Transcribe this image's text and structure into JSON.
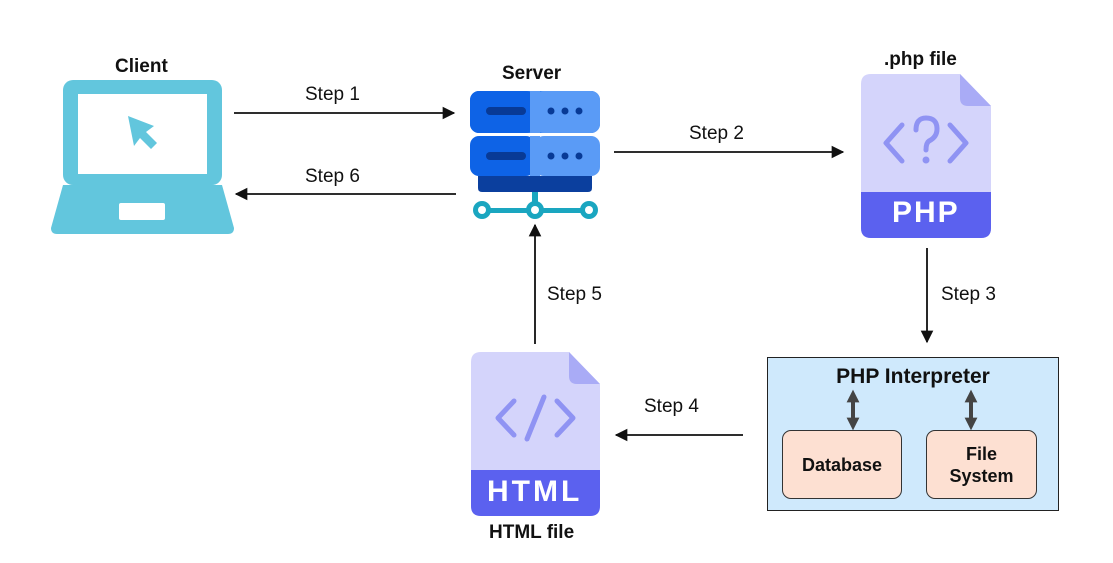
{
  "nodes": {
    "client": "Client",
    "server": "Server",
    "php_file": ".php file",
    "html_file": "HTML file"
  },
  "icons": {
    "php_badge": "PHP",
    "html_badge": "HTML",
    "php_glyph": "<?>",
    "html_glyph": "</>"
  },
  "steps": {
    "s1": "Step 1",
    "s2": "Step 2",
    "s3": "Step 3",
    "s4": "Step 4",
    "s5": "Step 5",
    "s6": "Step 6"
  },
  "interpreter": {
    "title": "PHP Interpreter",
    "database": "Database",
    "file_system_line1": "File",
    "file_system_line2": "System"
  },
  "colors": {
    "laptop": "#62c6dd",
    "server_dark": "#0b4fc4",
    "server_light": "#2f7ff0",
    "connector": "#1aa6c0",
    "file_body": "#d4d4fb",
    "file_badge": "#5b61ef",
    "interpreter_bg": "#cfe9fc",
    "sub_box_bg": "#fde0d2"
  }
}
